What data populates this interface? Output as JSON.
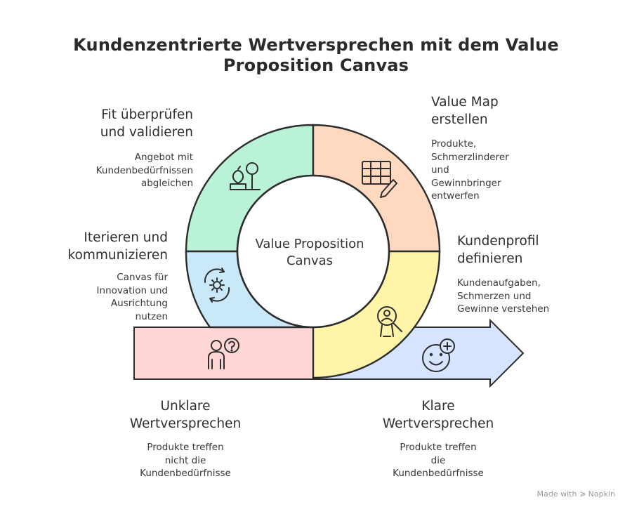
{
  "title": "Kundenzentrierte Wertversprechen mit dem Value Proposition Canvas",
  "center": "Value Proposition\nCanvas",
  "steps": {
    "fit": {
      "heading": "Fit überprüfen\nund validieren",
      "desc": "Angebot mit\nKundenbedürfnissen\nabgleichen",
      "icon": "scale-icon",
      "color": "#b9f2d6"
    },
    "value_map": {
      "heading": "Value Map\nerstellen",
      "desc": "Produkte,\nSchmerzlinderer\nund\nGewinnbringer\nentwerfen",
      "icon": "table-pencil-icon",
      "color": "#ffd9bf"
    },
    "iterate": {
      "heading": "Iterieren und\nkommunizieren",
      "desc": "Canvas für\nInnovation und\nAusrichtung\nnutzen",
      "icon": "gear-cycle-icon",
      "color": "#c9e9f8"
    },
    "profile": {
      "heading": "Kundenprofil\ndefinieren",
      "desc": "Kundenaufgaben,\nSchmerzen und\nGewinne verstehen",
      "icon": "magnifier-person-icon",
      "color": "#fff4a8"
    },
    "unclear": {
      "heading": "Unklare\nWertversprechen",
      "desc": "Produkte treffen\nnicht die\nKundenbedürfnisse",
      "icon": "confused-person-icon",
      "color": "#ffd6d6"
    },
    "clear": {
      "heading": "Klare\nWertversprechen",
      "desc": "Produkte treffen\ndie\nKundenbedürfnisse",
      "icon": "smile-plus-icon",
      "color": "#d6e4ff"
    }
  },
  "credit": {
    "prefix": "Made with",
    "brand": "Napkin"
  }
}
